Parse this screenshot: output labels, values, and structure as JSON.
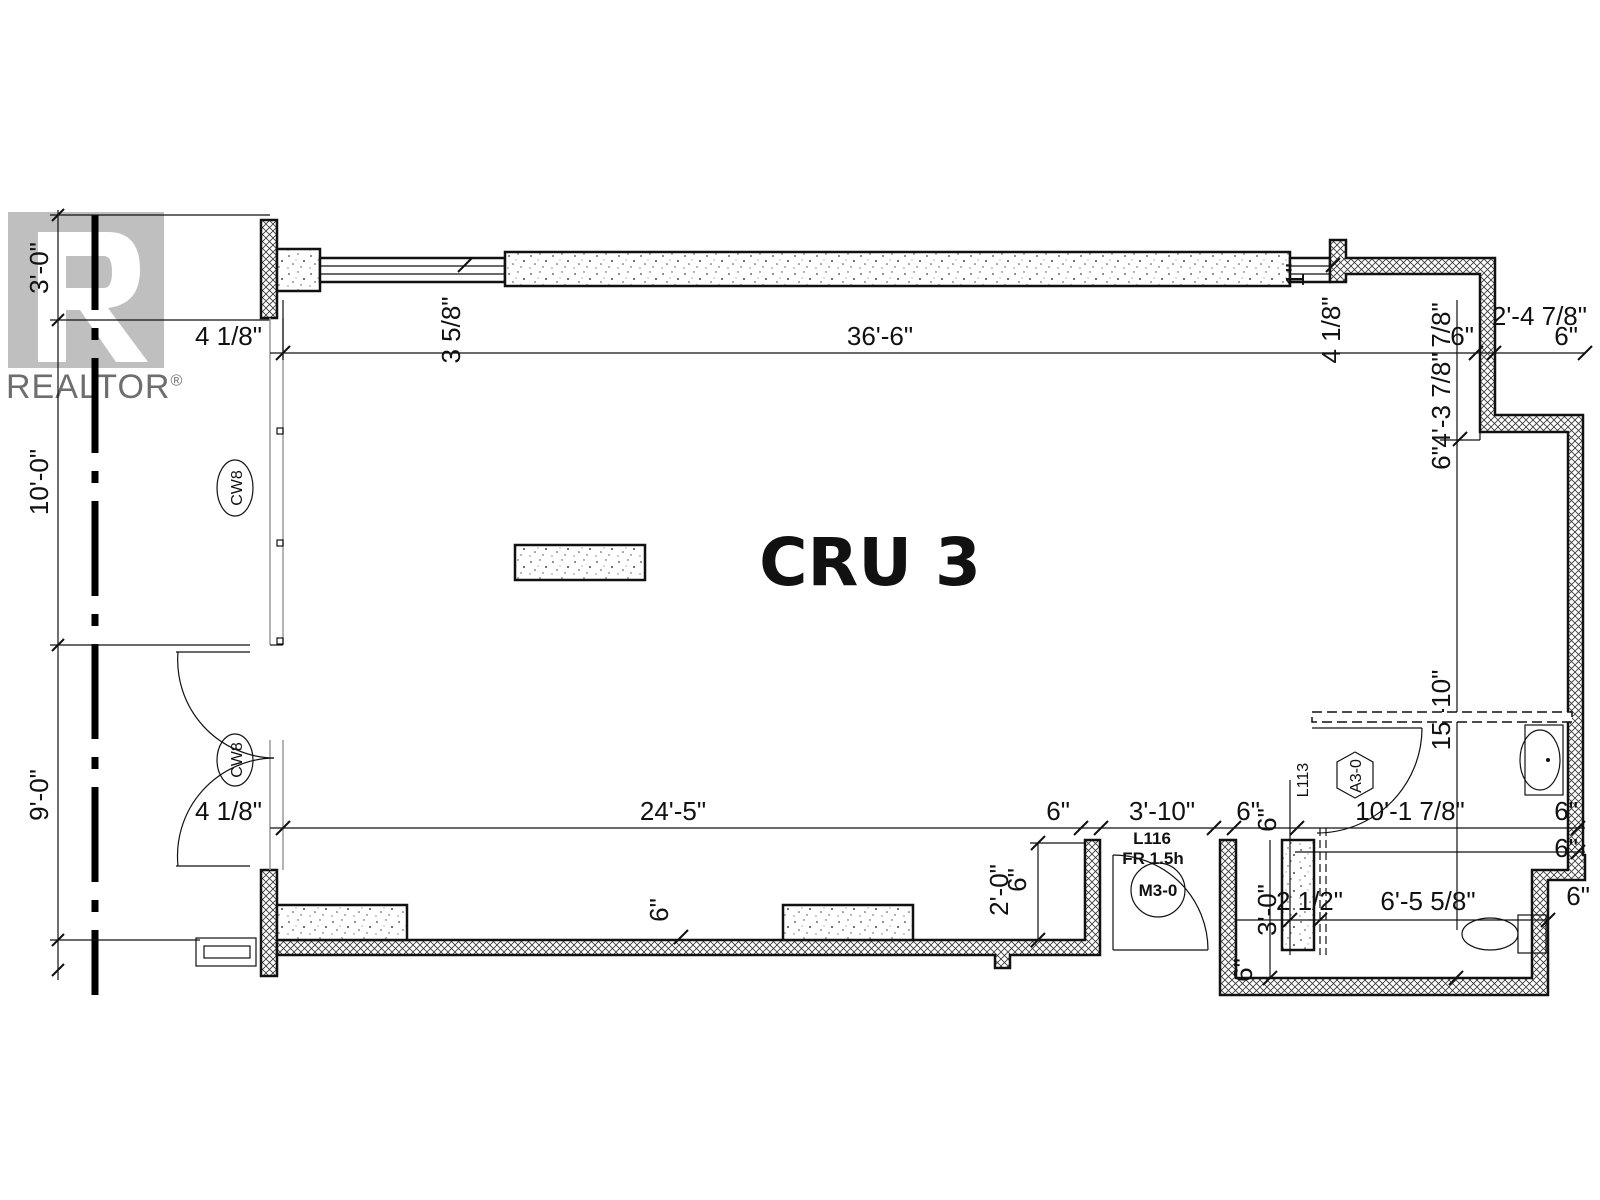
{
  "watermark": {
    "brand": "REALTOR",
    "mark": "®",
    "icon": "realtor-r-logo"
  },
  "room": {
    "title": "CRU 3"
  },
  "dimensions": {
    "left_top": "3'-0\"",
    "left_mid": "10'-0\"",
    "left_low": "9'-0\"",
    "storefront_upper_offset": "4 1/8\"",
    "storefront_lower_offset": "4 1/8\"",
    "top_width": "36'-6\"",
    "top_small_left": "3 5/8\"",
    "top_small_right": "4 1/8\"",
    "top_one_inch": "1\"",
    "top_right_seven_eighths": "7/8\"",
    "top_right_jog": "2'-4 7/8\"",
    "top_right_six_a": "6\"",
    "top_right_six_b": "6\"",
    "right_upper_depth": "4'-3 7/8\"",
    "right_six": "6\"",
    "right_main_depth": "15'-10\"",
    "bottom_width": "24'-5\"",
    "bottom_six_a": "6\"",
    "door_width": "3'-10\"",
    "bottom_six_b": "6\"",
    "bottom_six_c": "6\"",
    "washroom_width": "10'-1 7/8\"",
    "right_six_c": "6\"",
    "right_six_d": "6\"",
    "right_six_e": "6\"",
    "wall_six": "6\"",
    "step_two": "2'-0\"",
    "step_six": "6\"",
    "wash_depth": "3'-0\"",
    "wash_inner": "2 1/2\"",
    "wash_span": "6'-5 5/8\"",
    "wash_bottom_six": "6\""
  },
  "tags": {
    "cw_upper": "CW8",
    "cw_lower": "CW8",
    "door_rating_room": "L116",
    "door_rating": "FR 1.5h",
    "door_type": "M3-0",
    "wash_room": "L113",
    "wash_door": "A3-0"
  }
}
